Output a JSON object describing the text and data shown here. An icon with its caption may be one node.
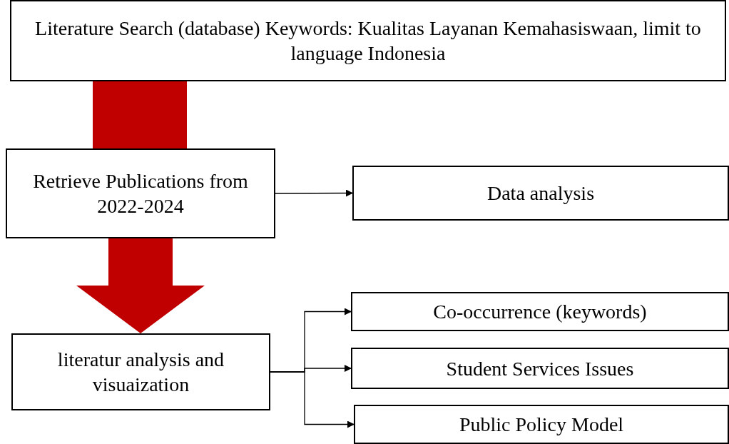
{
  "diagram": {
    "nodes": [
      {
        "text": [
          "Literature Search (database) Keywords: Kualitas Layanan Kemahasiswaan, limit to language Indonesia"
        ]
      },
      {
        "text": [
          "Retrieve Publications from 2022-2024"
        ]
      },
      {
        "text": [
          "Data analysis"
        ]
      },
      {
        "text": [
          "literatur analysis and visuaization"
        ]
      },
      {
        "text": [
          "Co-occurrence (keywords)"
        ]
      },
      {
        "text": [
          "Student Services Issues"
        ]
      },
      {
        "text": [
          "Public Policy Model"
        ]
      }
    ],
    "edges": [
      {
        "from": 0,
        "to": 1,
        "arrow": "none",
        "style": "thick",
        "color": "#c00000"
      },
      {
        "from": 1,
        "to": 3,
        "arrow": "to",
        "style": "thick",
        "color": "#c00000"
      },
      {
        "from": 1,
        "to": 2,
        "arrow": "to"
      },
      {
        "from": 3,
        "to": 4,
        "arrow": "to"
      },
      {
        "from": 3,
        "to": 5,
        "arrow": "to"
      },
      {
        "from": 3,
        "to": 6,
        "arrow": "to"
      }
    ]
  }
}
